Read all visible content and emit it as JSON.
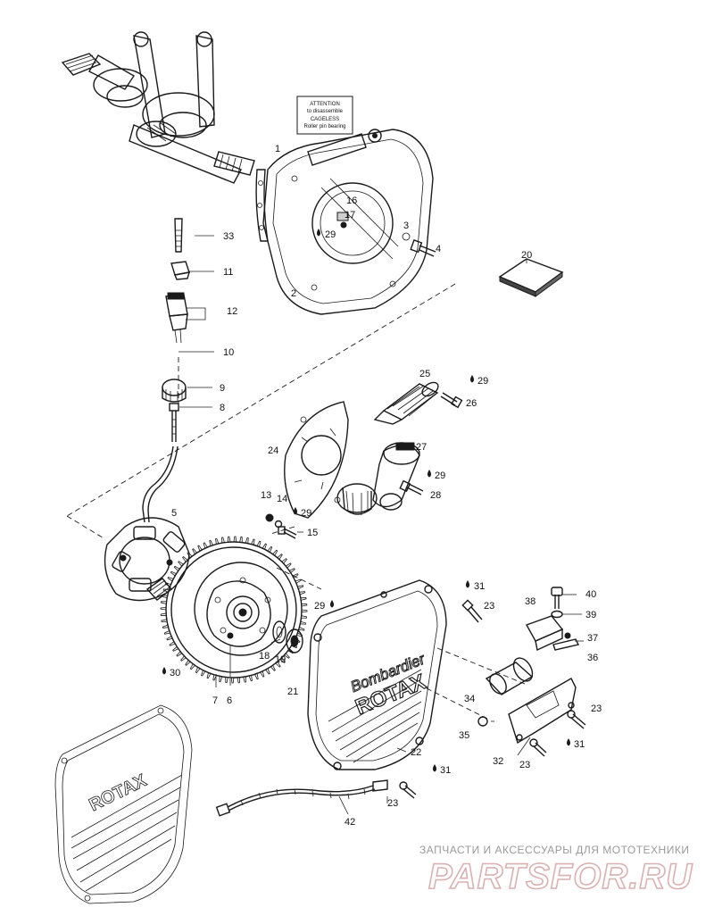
{
  "notice": {
    "line1": "ATTENTION",
    "line2": "to disassemble",
    "line3": "CAGELESS",
    "line4": "Roller pin bearing"
  },
  "cover_brand": {
    "line1": "Bombardier",
    "line2": "ROTAX"
  },
  "callouts": [
    "1",
    "2",
    "3",
    "4",
    "5",
    "6",
    "7",
    "8",
    "9",
    "10",
    "11",
    "12",
    "13",
    "14",
    "15",
    "16",
    "17",
    "18",
    "19",
    "20",
    "21",
    "22",
    "23",
    "24",
    "25",
    "26",
    "27",
    "28",
    "29",
    "30",
    "31",
    "32",
    "33",
    "34",
    "35",
    "36",
    "37",
    "38",
    "39",
    "40",
    "42"
  ],
  "watermark": {
    "top": "ЗАПЧАСТИ И АКСЕССУАРЫ ДЛЯ МОТОТЕХНИКИ",
    "main": "PARTSFOR.RU"
  }
}
